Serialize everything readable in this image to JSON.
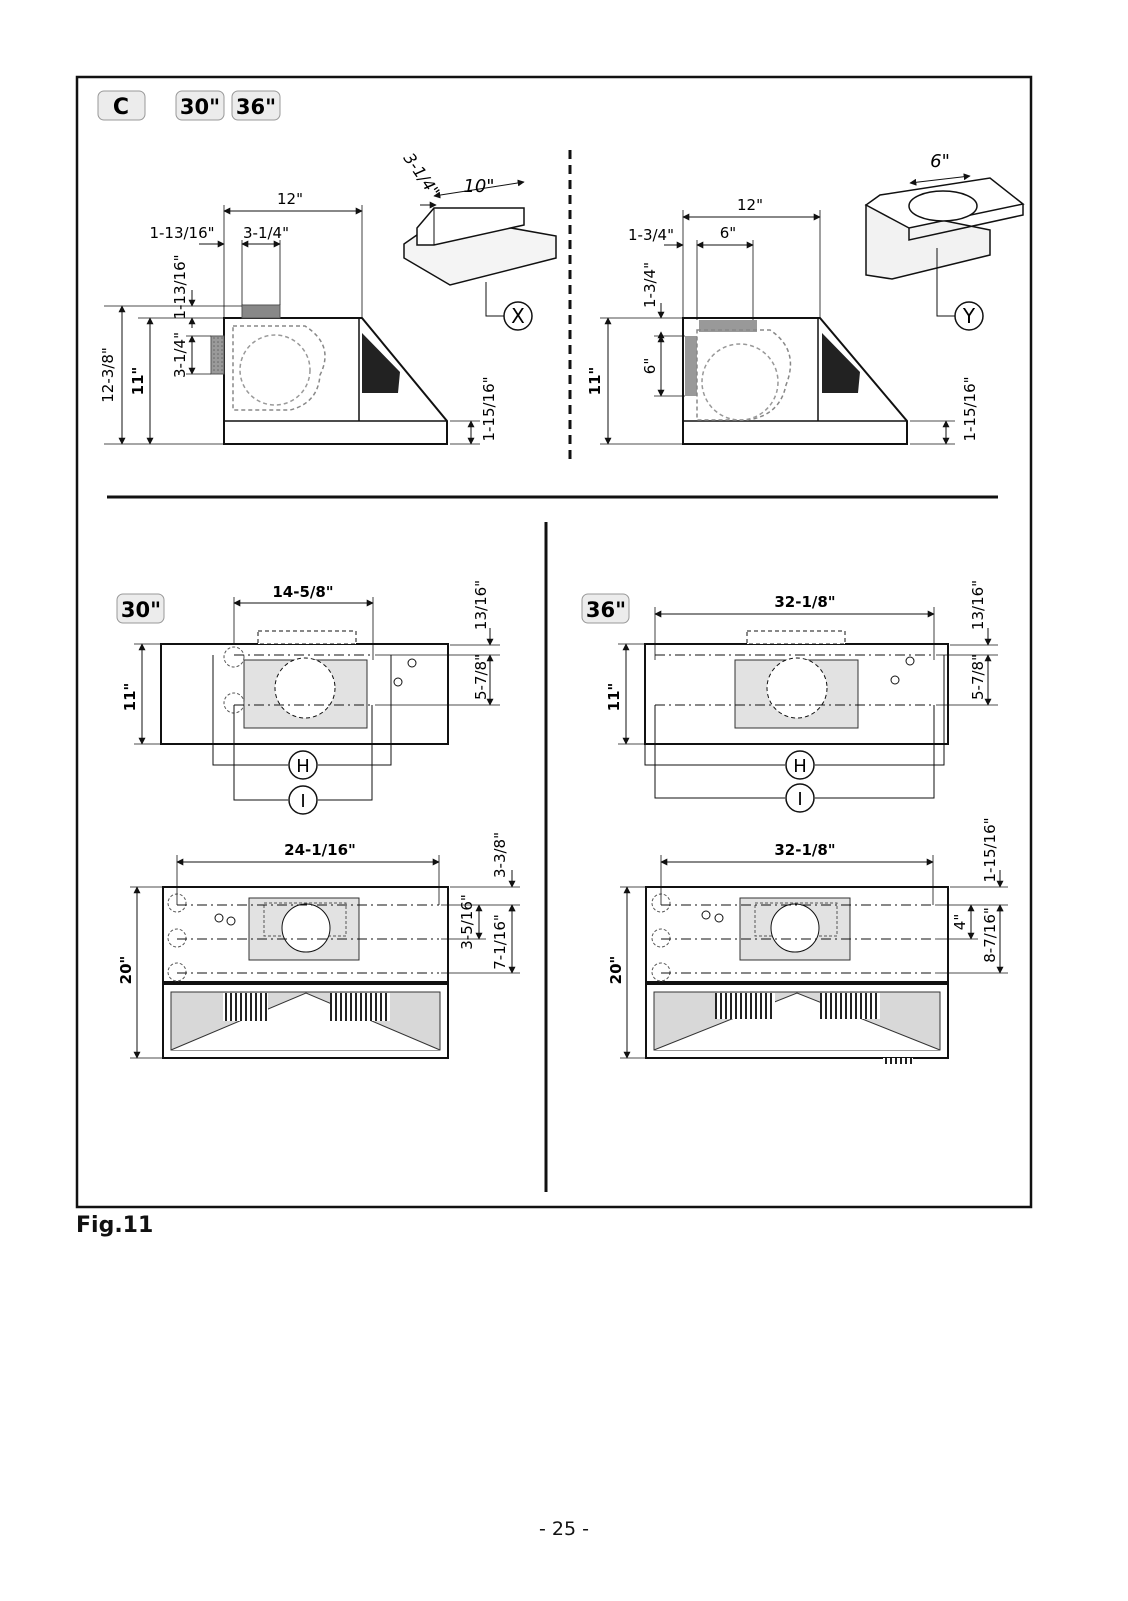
{
  "figure_label": "Fig.11",
  "page_number": "- 25 -",
  "badges": {
    "model_letter": "C",
    "size_30": "30\"",
    "size_36": "36\""
  },
  "top_left": {
    "dim_12": "12\"",
    "dim_1_13_16_h": "1-13/16\"",
    "dim_3_1_4_h": "3-1/4\"",
    "dim_1_13_16_v": "1-13/16\"",
    "dim_3_1_4_v": "3-1/4\"",
    "dim_12_3_8": "12-3/8\"",
    "dim_11": "11\"",
    "dim_1_15_16": "1-15/16\"",
    "adapter_3_1_4": "3-1/4\"",
    "adapter_10": "10\"",
    "callout": "X"
  },
  "top_right": {
    "dim_12": "12\"",
    "dim_1_3_4_h": "1-3/4\"",
    "dim_6_h": "6\"",
    "dim_1_3_4_v": "1-3/4\"",
    "dim_6_v": "6\"",
    "dim_11": "11\"",
    "dim_1_15_16": "1-15/16\"",
    "adapter_6": "6\"",
    "callout": "Y"
  },
  "mid_left": {
    "badge": "30\"",
    "dim_width": "14-5/8\"",
    "dim_13_16": "13/16\"",
    "dim_5_7_8": "5-7/8\"",
    "dim_11": "11\"",
    "callout_h": "H",
    "callout_i": "I"
  },
  "mid_right": {
    "badge": "36\"",
    "dim_width": "32-1/8\"",
    "dim_13_16": "13/16\"",
    "dim_5_7_8": "5-7/8\"",
    "dim_11": "11\"",
    "callout_h": "H",
    "callout_i": "I"
  },
  "bottom_left": {
    "dim_width": "24-1/16\"",
    "dim_3_3_8": "3-3/8\"",
    "dim_3_5_16": "3-5/16\"",
    "dim_7_1_16": "7-1/16\"",
    "dim_20": "20\""
  },
  "bottom_right": {
    "dim_width": "32-1/8\"",
    "dim_1_15_16": "1-15/16\"",
    "dim_4": "4\"",
    "dim_8_7_16": "8-7/16\"",
    "dim_20": "20\""
  }
}
